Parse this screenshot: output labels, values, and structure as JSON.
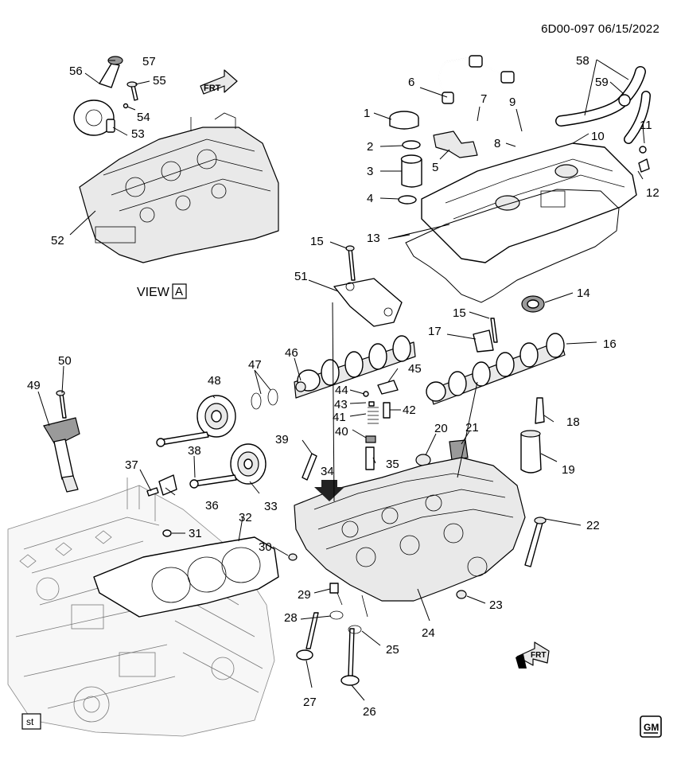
{
  "header": {
    "ref": "6D00-097",
    "date": "06/15/2022"
  },
  "view_label": "VIEW",
  "view_box_letter": "A",
  "arrow_labels": {
    "frt_top": "FRT",
    "frt_bottom": "FRT"
  },
  "st_box": "st",
  "gm_logo": "GM",
  "callouts": [
    "1",
    "2",
    "3",
    "4",
    "5",
    "6",
    "7",
    "8",
    "9",
    "10",
    "11",
    "12",
    "13",
    "14",
    "15",
    "15",
    "16",
    "17",
    "18",
    "19",
    "20",
    "21",
    "22",
    "23",
    "24",
    "25",
    "26",
    "27",
    "28",
    "29",
    "30",
    "31",
    "32",
    "33",
    "34",
    "35",
    "36",
    "37",
    "38",
    "39",
    "40",
    "41",
    "42",
    "43",
    "44",
    "45",
    "46",
    "47",
    "48",
    "49",
    "50",
    "51",
    "52",
    "53",
    "54",
    "55",
    "56",
    "57",
    "58",
    "59"
  ]
}
